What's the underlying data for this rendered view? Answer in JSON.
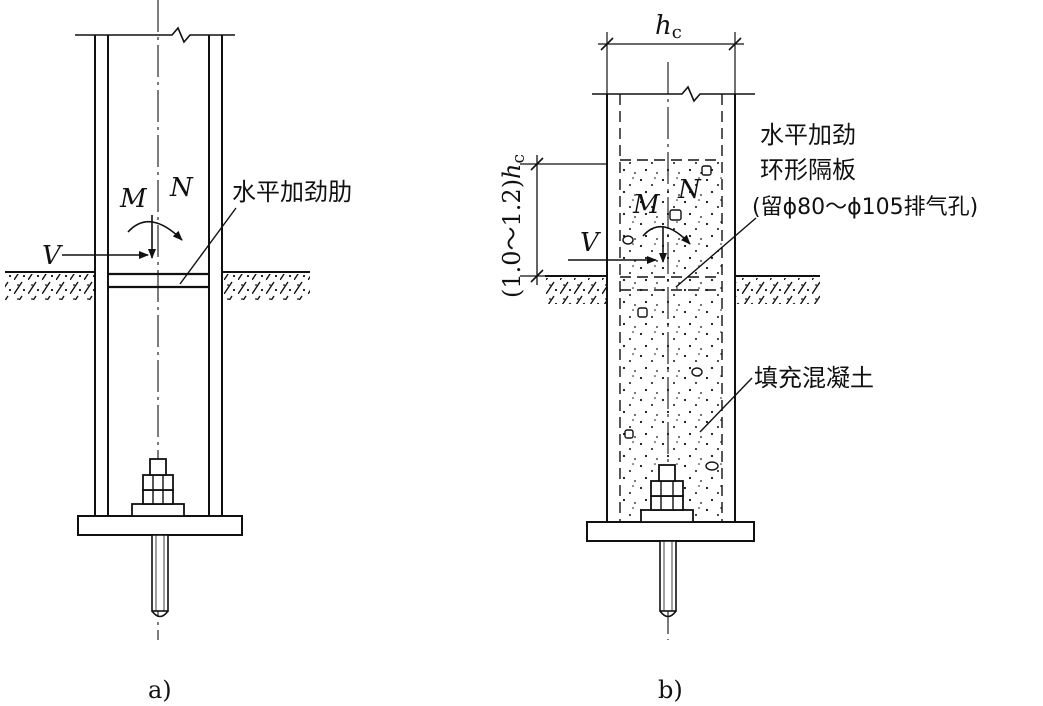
{
  "figure_a": {
    "label_V": "V",
    "label_M": "M",
    "label_N": "N",
    "rib_label": "水平加劲肋",
    "caption": "a)"
  },
  "figure_b": {
    "dim_top": "h",
    "dim_top_sub": "c",
    "dim_side_prefix": "(1.0～1.2)",
    "dim_side_h": "h",
    "dim_side_sub": "c",
    "label_V": "V",
    "label_M": "M",
    "label_N": "N",
    "diaphragm_line1": "水平加劲",
    "diaphragm_line2": "环形隔板",
    "diaphragm_line3": "(留ϕ80～ϕ105排气孔)",
    "concrete_label": "填充混凝土",
    "caption": "b)"
  }
}
